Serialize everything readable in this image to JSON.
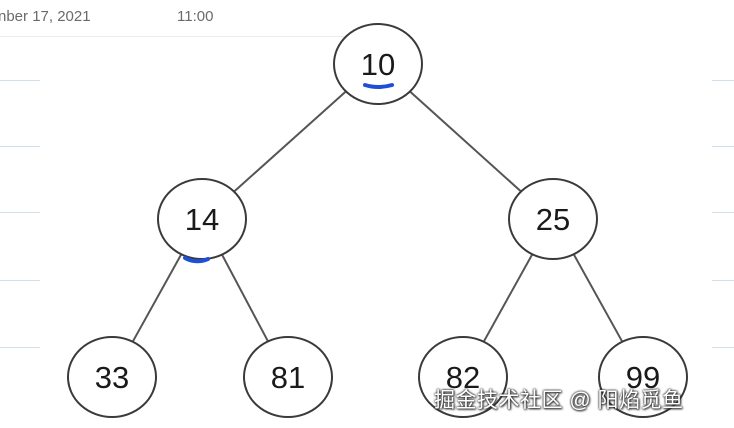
{
  "header": {
    "date": "nber 17, 2021",
    "time": "11:00"
  },
  "tree": {
    "nodes": [
      {
        "id": "n10",
        "label": "10"
      },
      {
        "id": "n14",
        "label": "14"
      },
      {
        "id": "n25",
        "label": "25"
      },
      {
        "id": "n33",
        "label": "33"
      },
      {
        "id": "n81",
        "label": "81"
      },
      {
        "id": "n82",
        "label": "82"
      },
      {
        "id": "n99",
        "label": "99"
      }
    ],
    "edges": [
      [
        "n10",
        "n14"
      ],
      [
        "n10",
        "n25"
      ],
      [
        "n14",
        "n33"
      ],
      [
        "n14",
        "n81"
      ],
      [
        "n25",
        "n82"
      ],
      [
        "n25",
        "n99"
      ]
    ]
  },
  "colors": {
    "node_stroke": "#3a3a3a",
    "edge": "#555555",
    "annotation": "#1f4fd6",
    "rule": "#cfe0ef"
  },
  "watermark": {
    "text": "掘金技术社区 @ 阳焰觅鱼"
  }
}
